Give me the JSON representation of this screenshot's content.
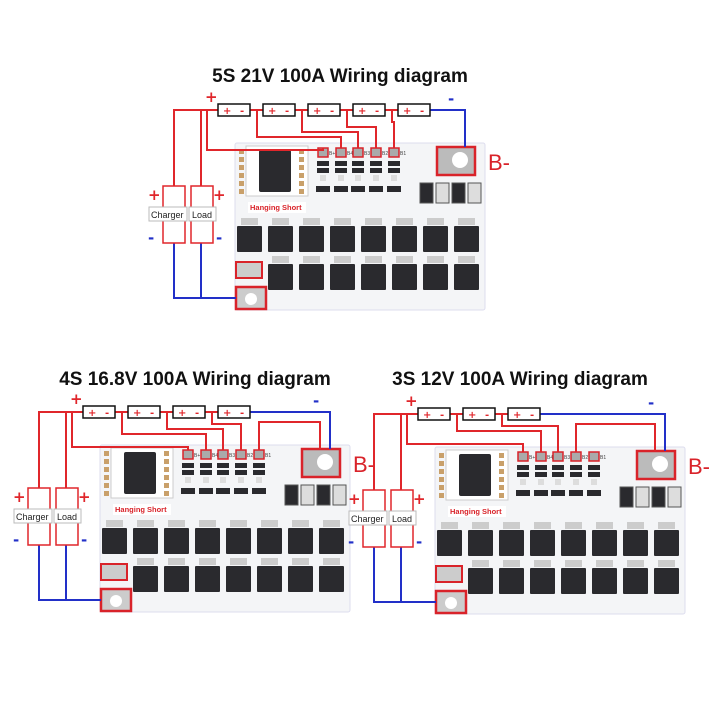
{
  "colors": {
    "positive_wire": "#e0262b",
    "negative_wire": "#2230c8",
    "board": "#f4f5f7",
    "component": "#2a2a2e",
    "highlight": "#d9232a"
  },
  "labels": {
    "charger": "Charger",
    "load": "Load",
    "hanging": "Hanging",
    "short": "Short",
    "b_minus": "B-",
    "plus": "+",
    "minus": "-"
  },
  "diagrams": [
    {
      "title": "5S 21V 100A Wiring diagram",
      "cells": 5
    },
    {
      "title": "4S 16.8V 100A Wiring diagram",
      "cells": 4
    },
    {
      "title": "3S 12V 100A Wiring diagram",
      "cells": 3
    }
  ],
  "pad_labels": [
    "B+",
    "B4",
    "B3",
    "B2",
    "B1"
  ]
}
